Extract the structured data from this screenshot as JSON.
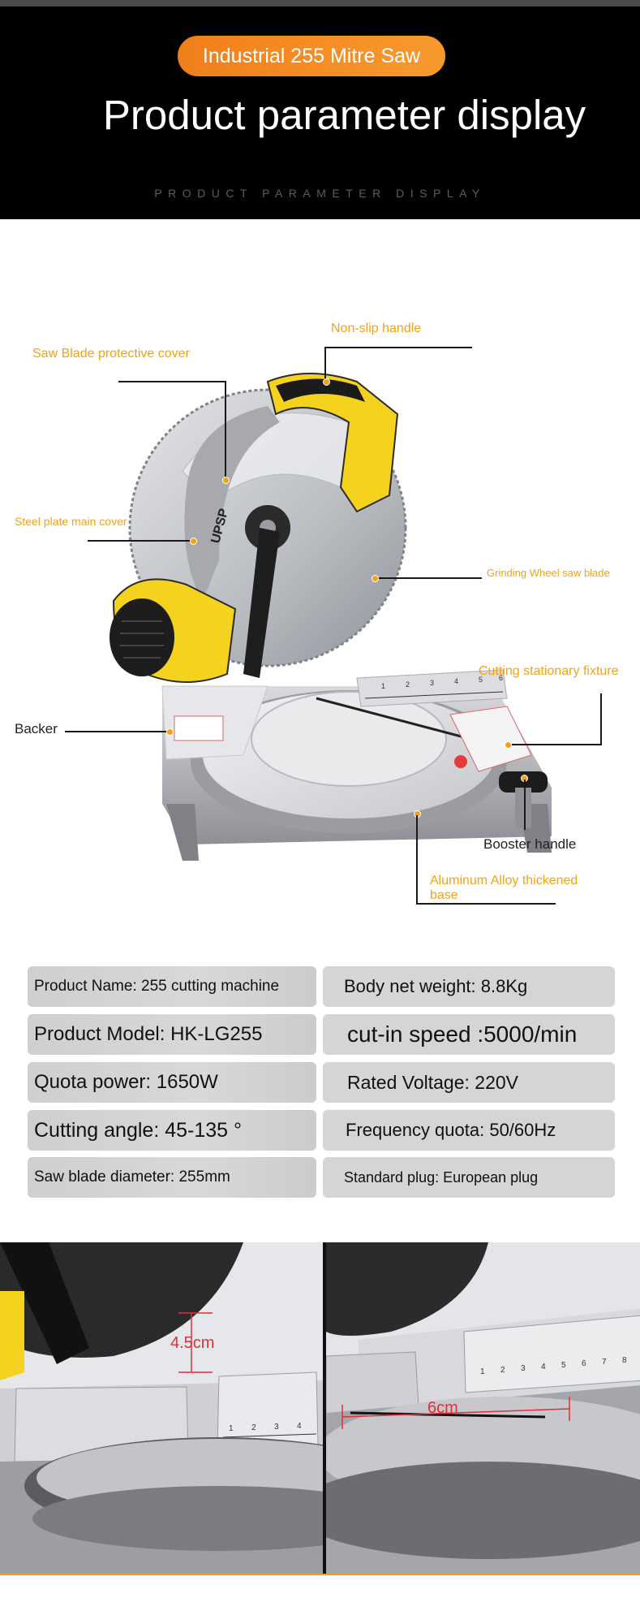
{
  "header": {
    "badge": "Industrial 255 Mitre Saw",
    "title": "Product parameter display",
    "subtitle": "PRODUCT PARAMETER DISPLAY",
    "background": "#000000",
    "accent": "#f28a1f"
  },
  "diagram": {
    "brand_on_blade": "UPSP",
    "callouts": {
      "non_slip_handle": "Non-slip handle",
      "blade_cover": "Saw Blade protective cover",
      "steel_plate": "Steel plate main cover",
      "grinding_wheel": "Grinding Wheel saw blade",
      "cutting_fixture": "Cutting stationary fixture",
      "backer": "Backer",
      "booster_handle": "Booster handle",
      "base_line1": "Aluminum Alloy thickened",
      "base_line2": "base"
    },
    "callout_color": "#f2a219",
    "fence_ticks": [
      "1",
      "2",
      "3",
      "4",
      "5",
      "6"
    ]
  },
  "specs": {
    "rows": [
      {
        "left": "Product Name: 255 cutting machine",
        "right": "Body net weight: 8.8Kg"
      },
      {
        "left": "Product Model: HK-LG255",
        "right": "cut-in speed :5000/min"
      },
      {
        "left": "Quota power: 1650W",
        "right": "Rated Voltage: 220V"
      },
      {
        "left": "Cutting angle: 45-135 °",
        "right": "Frequency quota: 50/60Hz"
      },
      {
        "left": "Saw blade diameter: 255mm",
        "right": "Standard plug: European plug"
      }
    ]
  },
  "details": {
    "left_measure": "4.5cm",
    "right_measure": "6cm",
    "left_ticks": [
      "1",
      "2",
      "3",
      "4"
    ],
    "right_ticks": [
      "1",
      "2",
      "3",
      "4",
      "5",
      "6",
      "7",
      "8"
    ],
    "measure_color": "#e0303a"
  }
}
